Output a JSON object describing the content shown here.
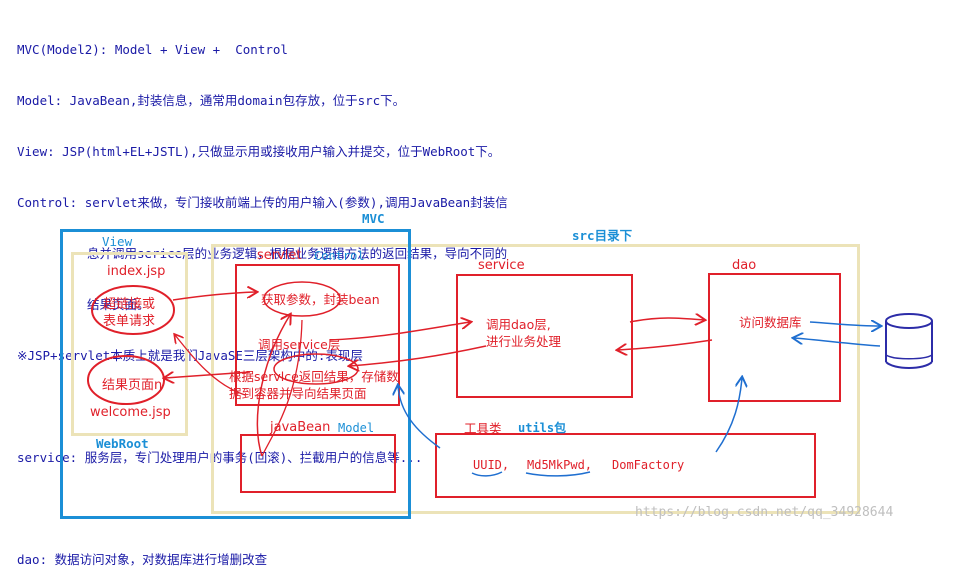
{
  "notes": [
    "MVC(Model2): Model + View +  Control",
    "Model: JavaBean,封装信息，通常用domain包存放，位于src下。",
    "View: JSP(html+EL+JSTL),只做显示用或接收用户输入并提交，位于WebRoot下。",
    "Control: servlet来做，专门接收前端上传的用户输入(参数),调用JavaBean封装信",
    "息并调用serice层的业务逻辑，根据业务逻辑方法的返回结果，导向不同的",
    "结果页面。",
    "※JSP+servlet本质上就是我们JavaSE三层架构中的:表现层",
    "",
    "service: 服务层，专门处理用户的事务(回滚)、拦截用户的信息等...",
    "",
    "dao: 数据访问对象，对数据库进行增删改查"
  ],
  "diagram": {
    "mvc_label": "MVC",
    "src_label": "src目录下",
    "view_label": "View",
    "webroot_label": "WebRoot",
    "index_jsp": "index.jsp",
    "hyperlink_form_1": "超链接或",
    "hyperlink_form_2": "表单请求",
    "result_page": "结果页面n",
    "welcome_jsp": "welcome.jsp",
    "servlet_label": "servlet",
    "control_label": "Control",
    "get_params": "获取参数，封装bean",
    "call_service": "调用service层",
    "return_1": "根据servlce返回结果，存储数",
    "return_2": "据到容器并导向结果页面",
    "javabean_label": "javaBean",
    "model_label": "Model",
    "service_label": "service",
    "service_text_1": "调用dao层,",
    "service_text_2": "进行业务处理",
    "dao_label": "dao",
    "dao_text": "访问数据库",
    "utils_label_1": "工具类",
    "utils_label_2": "utils包",
    "util_uuid": "UUID,",
    "util_md5": "Md5MkPwd,",
    "util_dom": "DomFactory",
    "watermark": "https://blog.csdn.net/qq_34928644"
  },
  "colors": {
    "note_text": "#1a1aa6",
    "red": "#e0202a",
    "blue": "#1b8fd6",
    "beige": "#ece3b8",
    "arrow_blue": "#1f6fd0",
    "database": "#2c2ca8"
  }
}
